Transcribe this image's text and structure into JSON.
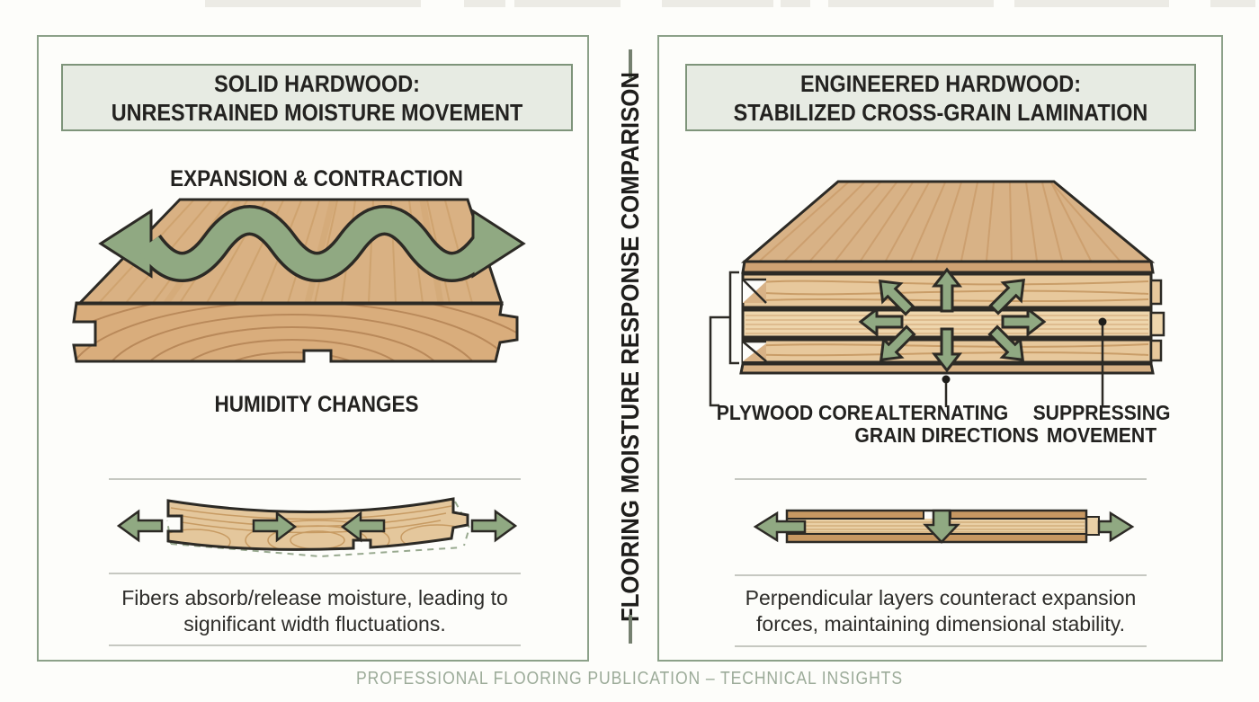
{
  "title_column": {
    "title": "FLOORING MOISTURE RESPONSE COMPARISON"
  },
  "left_panel": {
    "header": {
      "line1": "SOLID HARDWOOD:",
      "line2": "UNRESTRAINED MOISTURE MOVEMENT"
    },
    "diagram_label_top": "EXPANSION & CONTRACTION",
    "diagram_label_bottom": "HUMIDITY CHANGES",
    "caption": {
      "line1": "Fibers absorb/release moisture, leading to",
      "line2": "significant width fluctuations."
    },
    "icons": {
      "expansion_arrow": "wavy-double-headed-arrow",
      "warp_arrows": "outward-and-inward-arrows-with-dashed-original-outline"
    }
  },
  "right_panel": {
    "header": {
      "line1": "ENGINEERED HARDWOOD:",
      "line2": "STABILIZED CROSS-GRAIN LAMINATION"
    },
    "callouts": {
      "plywood_core": "PLYWOOD CORE",
      "alternating": {
        "line1": "ALTERNATING",
        "line2": "GRAIN DIRECTIONS"
      },
      "suppressing": {
        "line1": "SUPPRESSING",
        "line2": "MOVEMENT"
      }
    },
    "caption": {
      "line1": "Perpendicular layers counteract expansion",
      "line2": "forces, maintaining dimensional stability."
    },
    "icons": {
      "direction_arrows": "eight-direction-arrows",
      "stability_arrows": "outward-and-down-arrows"
    }
  },
  "footer": {
    "text": "PROFESSIONAL FLOORING PUBLICATION – TECHNICAL INSIGHTS"
  },
  "colors": {
    "accent_green": "#90a982",
    "panel_border": "#8ca189",
    "header_fill": "#e7ebe3",
    "header_border": "#7e947a",
    "wood_light": "#e9d0a6",
    "wood_mid": "#d9b183",
    "wood_dark": "#c79862",
    "outline": "#2c2a25",
    "divider_gray": "#c6c8c1",
    "footer_text": "#9cab99",
    "text_dark": "#262523"
  }
}
